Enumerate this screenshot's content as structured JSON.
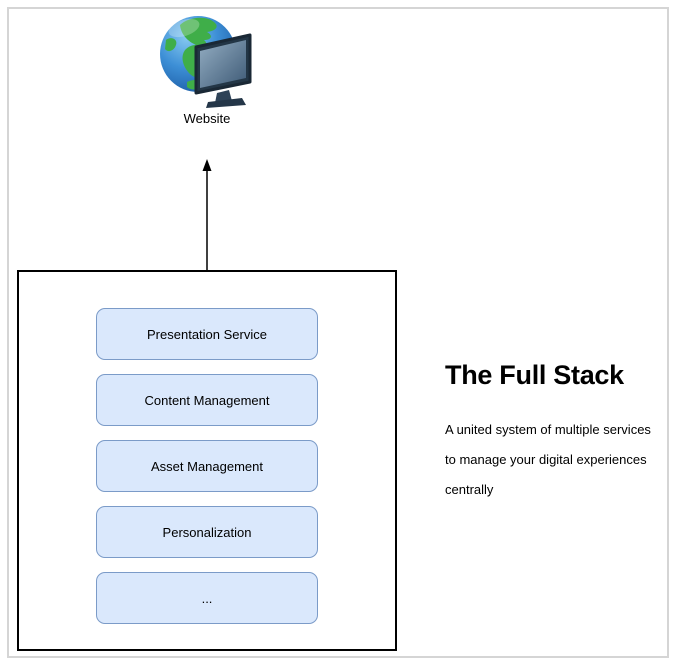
{
  "page": {
    "background_color": "#ffffff",
    "frame_border_color": "#d5d5d5"
  },
  "diagram": {
    "website": {
      "label": "Website",
      "icon": "globe-monitor-icon"
    },
    "arrow": {
      "direction": "up",
      "color": "#000000"
    },
    "stack_box": {
      "border_color": "#000000",
      "service_fill_color": "#dae8fc",
      "service_stroke_color": "#6c8ebf",
      "services": [
        {
          "label": "Presentation Service"
        },
        {
          "label": "Content Management"
        },
        {
          "label": "Asset Management"
        },
        {
          "label": "Personalization"
        },
        {
          "label": "..."
        }
      ]
    },
    "caption": {
      "title": "The Full Stack",
      "description": "A united system of multiple services\nto manage your digital experiences\ncentrally"
    }
  }
}
